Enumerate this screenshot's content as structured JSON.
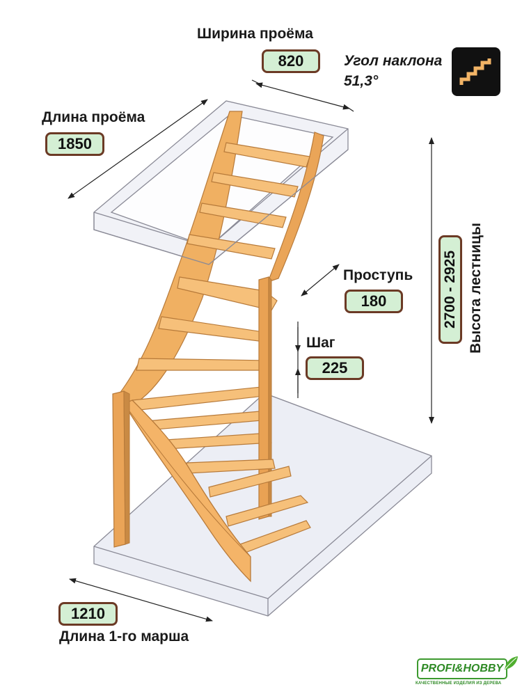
{
  "opening_width": {
    "label": "Ширина проёма",
    "value": "820"
  },
  "slope": {
    "label": "Угол наклона",
    "value": "51,3°",
    "icon": "stairs-icon"
  },
  "opening_length": {
    "label": "Длина проёма",
    "value": "1850"
  },
  "tread": {
    "label": "Проступь",
    "value": "180"
  },
  "step": {
    "label": "Шаг",
    "value": "225"
  },
  "height": {
    "label": "Высота лестницы",
    "value": "2700 - 2925"
  },
  "first_flight": {
    "label": "Длина 1-го марша",
    "value": "1210"
  },
  "logo": {
    "name": "PROFI&HOBBY",
    "tagline": "КАЧЕСТВЕННЫЕ ИЗДЕЛИЯ ИЗ ДЕРЕВА"
  },
  "colors": {
    "badge_fill": "#d4efd4",
    "badge_border": "#6b3a25",
    "wood": "#f2b466",
    "wood_dark": "#d9934a",
    "glass_edge": "#8a8a96",
    "logo_green": "#2e8a25"
  }
}
